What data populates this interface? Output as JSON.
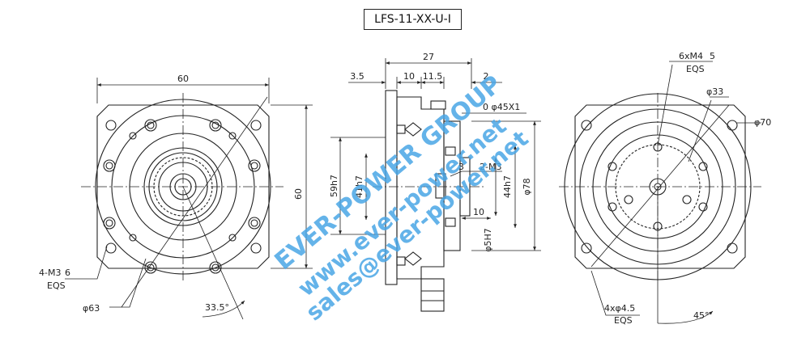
{
  "title": "LFS-11-XX-U-I",
  "front_view": {
    "width_dim": "60",
    "height_dim": "60",
    "tapped_holes": "4-M3",
    "tapped_depth": "6",
    "tapped_eqs": "EQS",
    "circle_dim": "φ63",
    "angle_dim": "33.5°"
  },
  "side_view": {
    "overall_length": "27",
    "d_3_5": "3.5",
    "d_10": "10",
    "d_11_5": "11.5",
    "d_2": "2",
    "chamfer": "0 φ45X1",
    "d_3": "3",
    "screws": "2-M3",
    "d_10b": "10",
    "fit_59": "59h7",
    "fit_41": "41h7",
    "fit_44": "44h7",
    "fit_5": "φ5H7",
    "dia_78": "φ78"
  },
  "rear_view": {
    "tapped_holes": "6xM4",
    "tapped_depth": "5",
    "tapped_eqs": "EQS",
    "pcd": "φ33",
    "outer": "φ70",
    "holes": "4xφ4.5",
    "holes_eqs": "EQS",
    "angle": "45°"
  },
  "watermark": {
    "line1": "EVER-POWER GROUP",
    "line2": "www.ever-power.net",
    "line3": "sales@ever-power.net",
    "color": "#49a6e6"
  }
}
